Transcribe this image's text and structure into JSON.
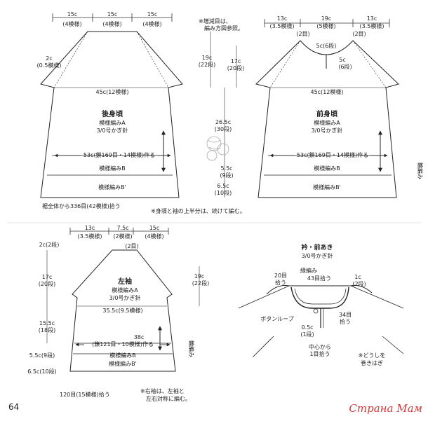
{
  "back": {
    "top_widths": [
      "15c",
      "15c",
      "15c"
    ],
    "top_patterns": [
      "(4模様)",
      "(4模様)",
      "(4模様)"
    ],
    "shoulder": "2c",
    "shoulder_rows": "(0.5模様)",
    "mid_width": "45c(12模様)",
    "title": "後身頃",
    "pattern_a": "模様編みA",
    "hook": "3/0号かぎ針",
    "chain": "53c(鎖169目・14模様)作る",
    "band_b": "模様編みB",
    "band_b2": "模様編みB'",
    "pickup": "裾全体から336目(42模様)拾う"
  },
  "center": {
    "note_line1": "※増減目は、",
    "note_line2": "編み方図参照。",
    "h1": "19c",
    "h1_rows": "(22段)",
    "h2": "17c",
    "h2_rows": "(20段)",
    "h3": "26.5c",
    "h3_rows": "(30段)",
    "h4": "5.5c",
    "h4_rows": "(9段)",
    "h5": "6.5c",
    "h5_rows": "(10段)",
    "note_continuous": "※身頃と袖の上半分は、続けて編む。"
  },
  "front": {
    "top_widths": [
      "13c",
      "19c",
      "13c"
    ],
    "top_patterns": [
      "(3.5模様)",
      "(5模様)",
      "(3.5模様)"
    ],
    "corner_rows": "(2目)",
    "neck_depth": "5c(6段)",
    "slit": "5c",
    "slit_rows": "(6段)",
    "mid_width": "45c(12模様)",
    "title": "前身頃",
    "pattern_a": "模様編みA",
    "hook": "3/0号かぎ針",
    "chain": "53c(鎖169目・14模様)作る",
    "band_b": "模様編みB",
    "band_b2": "模様編みB'",
    "edge_label": "輪編み"
  },
  "sleeve": {
    "top_widths": [
      "13c",
      "7.5c",
      "15c"
    ],
    "top_patterns": [
      "(3.5模様)",
      "(2模様)",
      "(4模様)"
    ],
    "top_rows": "(2目)",
    "shoulder": "2c(2段)",
    "h_upper": "17c",
    "h_upper_rows": "(20段)",
    "h_right": "19c",
    "h_right_rows": "(22段)",
    "title": "左袖",
    "pattern_a": "模様編みA",
    "hook": "3/0号かぎ針",
    "mid_width": "35.5c(9.5模様)",
    "h_mid": "15.5c",
    "h_mid_rows": "(18段)",
    "chain_width": "38c",
    "chain": "(鎖121目・10模様)作る",
    "h_b": "5.5c(9段)",
    "h_b2": "6.5c(10段)",
    "band_b": "模様編みB",
    "band_b2": "模様編みB'",
    "edge_label": "輪編み",
    "pickup": "120目(15模様)拾う",
    "note_line1": "※右袖は、左袖と",
    "note_line2": "左右対称に編む。"
  },
  "collar": {
    "title": "衿・前あき",
    "hook": "3/0号かぎ針",
    "stitch": "縁編み",
    "left_pick": "20目",
    "left_pick2": "拾う",
    "center_pick": "43目拾う",
    "right": "1c",
    "right_rows": "(2段)",
    "loop": "ボタンループ",
    "pick34": "34目",
    "pick34b": "拾う",
    "half": "0.5c",
    "half_rows": "(1段)",
    "center_from": "中心から",
    "center_from2": "1目拾う",
    "together_1": "※どうしを",
    "together_2": "巻きはぎ"
  },
  "page_number": "64",
  "watermark": "Страна Мам"
}
